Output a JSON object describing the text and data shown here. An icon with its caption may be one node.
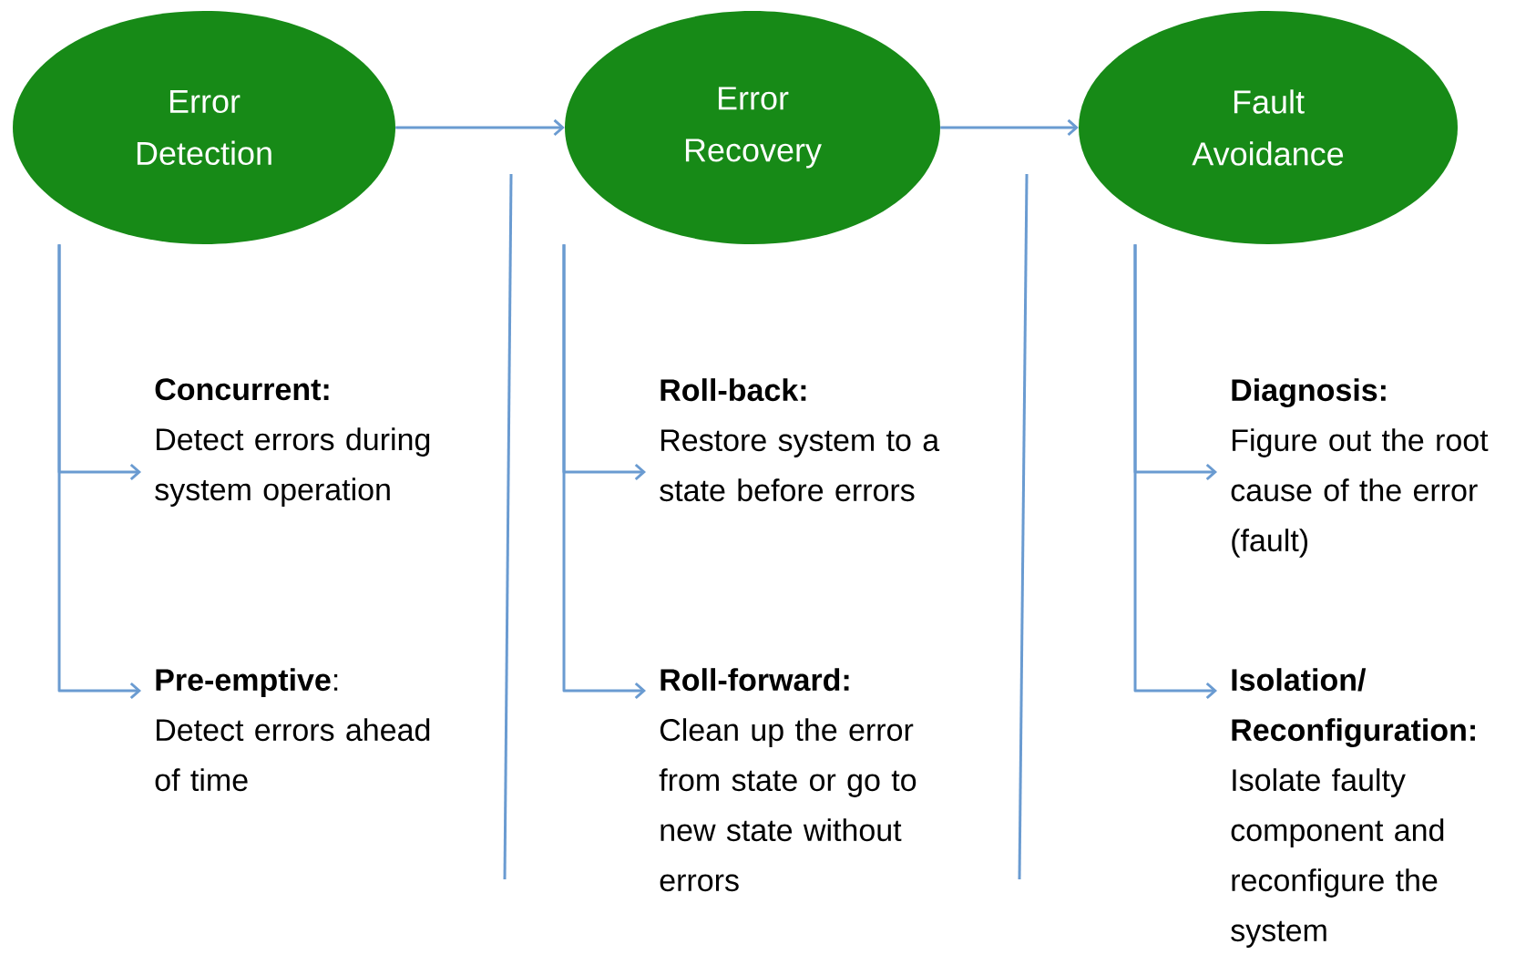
{
  "diagram": {
    "nodes": [
      {
        "text": [
          "Error Detection"
        ]
      },
      {
        "text": [
          "Error Recovery"
        ]
      },
      {
        "text": [
          "Fault Avoidance"
        ]
      },
      {
        "text": [
          "Concurrent:",
          "Detect errors during system operation"
        ]
      },
      {
        "text": [
          "**Pre-emptive**:",
          "Detect errors ahead of time"
        ]
      },
      {
        "text": [
          "Roll-back:",
          "Restore system to a state before errors"
        ]
      },
      {
        "text": [
          "Roll-forward:",
          "Clean up the error from state or go to new state without errors"
        ]
      },
      {
        "text": [
          "Diagnosis:",
          "Figure out the root cause of the error (fault)"
        ]
      },
      {
        "text": [
          "Isolation/ Reconfiguration:",
          "Isolate faulty component and reconfigure the system"
        ]
      }
    ],
    "edges": [
      {
        "from": 0,
        "to": 1,
        "arrow": "to"
      },
      {
        "from": 1,
        "to": 2,
        "arrow": "to"
      },
      {
        "from": 0,
        "to": 3,
        "arrow": "to"
      },
      {
        "from": 0,
        "to": 4,
        "arrow": "to"
      },
      {
        "from": 1,
        "to": 5,
        "arrow": "to"
      },
      {
        "from": 1,
        "to": 6,
        "arrow": "to"
      },
      {
        "from": 2,
        "to": 7,
        "arrow": "to"
      },
      {
        "from": 2,
        "to": 8,
        "arrow": "to"
      }
    ]
  }
}
